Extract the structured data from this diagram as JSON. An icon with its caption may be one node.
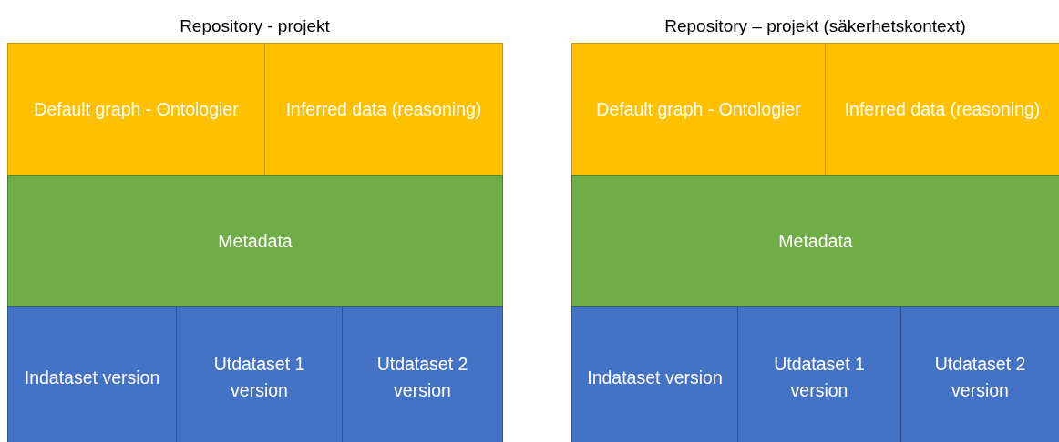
{
  "diagram": {
    "nodes": [
      {
        "text": [
          "Repository - projekt"
        ]
      },
      {
        "text": [
          "Default graph - Ontologier"
        ],
        "in": 0
      },
      {
        "text": [
          "Inferred data (reasoning)"
        ],
        "in": 0
      },
      {
        "text": [
          "Metadata"
        ],
        "in": 0
      },
      {
        "text": [
          "Indataset version"
        ],
        "in": 0
      },
      {
        "text": [
          "Utdataset 1 version"
        ],
        "in": 0
      },
      {
        "text": [
          "Utdataset 2 version"
        ],
        "in": 0
      },
      {
        "text": [
          "Repository – projekt (säkerhetskontext)"
        ]
      },
      {
        "text": [
          "Default graph - Ontologier"
        ],
        "in": 7
      },
      {
        "text": [
          "Inferred data (reasoning)"
        ],
        "in": 7
      },
      {
        "text": [
          "Metadata"
        ],
        "in": 7
      },
      {
        "text": [
          "Indataset version"
        ],
        "in": 7
      },
      {
        "text": [
          "Utdataset 1 version"
        ],
        "in": 7
      },
      {
        "text": [
          "Utdataset 2 version"
        ],
        "in": 7
      }
    ],
    "edges": []
  }
}
